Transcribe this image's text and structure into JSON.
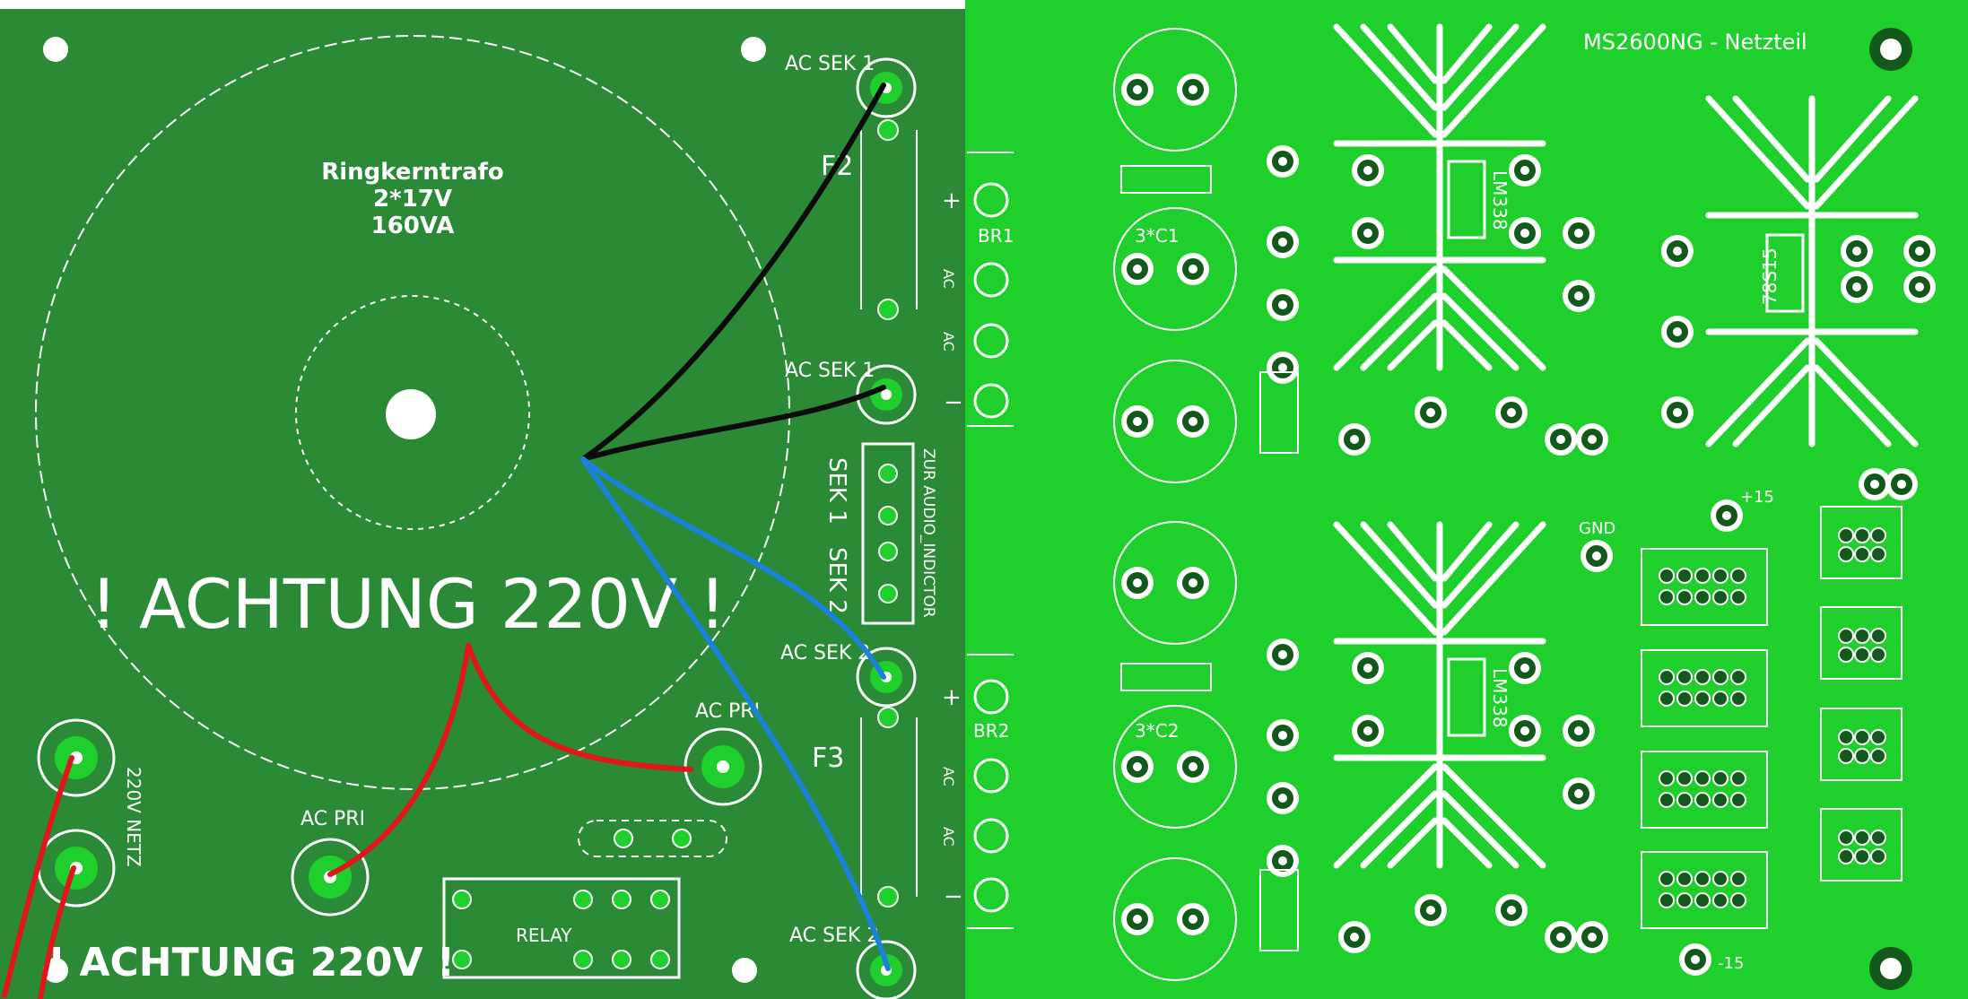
{
  "colors": {
    "board_dark": "#2b8a36",
    "board_light": "#1fcf2b",
    "silk": "#ffffff",
    "pad_dark": "#14591c",
    "wire_black": "#0b0b0b",
    "wire_blue": "#1a82d8",
    "wire_red": "#e0161b"
  },
  "left_panel": {
    "transformer_title": "Ringkerntrafo",
    "transformer_spec_1": "2*17V",
    "transformer_spec_2": "160VA",
    "warning_main": "! ACHTUNG 220V !",
    "warning_small": "! ACHTUNG 220V !",
    "label_ac_sek1_top": "AC SEK 1",
    "label_ac_sek1_mid": "AC SEK 1",
    "label_ac_sek2_mid": "AC SEK 2",
    "label_ac_sek2_bottom": "AC SEK 2",
    "label_ac_pri_right": "AC PRI",
    "label_ac_pri_bottom": "AC PRI",
    "label_mains": "220V NETZ",
    "label_f2": "F2",
    "label_f3": "F3",
    "label_relay": "RELAY",
    "label_connector": "ZUR AUDIO_INDICTOR",
    "label_sek1": "SEK 1",
    "label_sek2": "SEK 2"
  },
  "bridge": {
    "br1": "BR1",
    "br2": "BR2",
    "plus": "+",
    "minus": "−",
    "ac": "AC"
  },
  "right_panel": {
    "title": "MS2600NG - Netzteil",
    "cap_c1": "3*C1",
    "cap_c2": "3*C2",
    "reg_top": "LM338",
    "reg_bottom": "LM338",
    "reg_right": "78S15",
    "gnd": "GND",
    "plus15": "+15",
    "minus15": "-15"
  }
}
